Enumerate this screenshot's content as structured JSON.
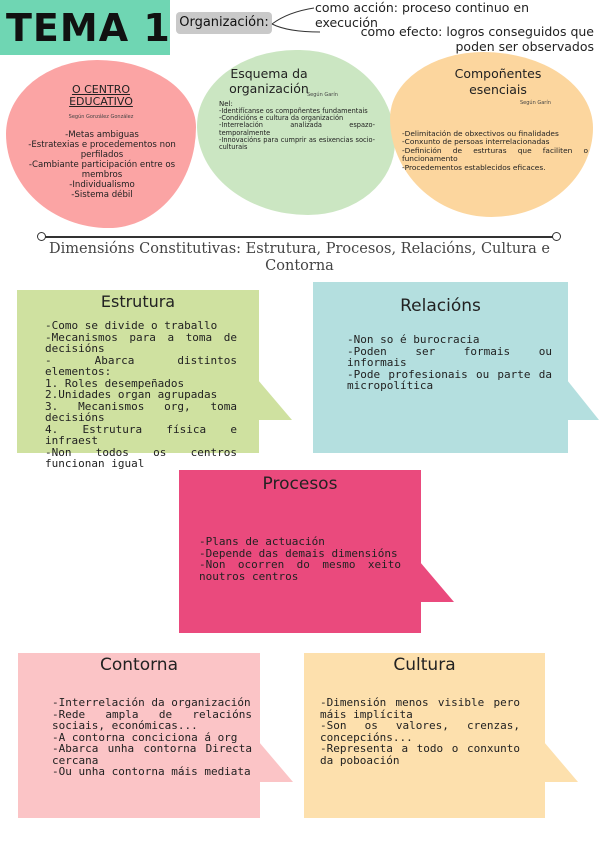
{
  "header": {
    "title": "TEMA 1",
    "org_label": "Organización:",
    "definition_action": "como acción: proceso continuo en execución",
    "definition_effect": "como efecto: logros conseguidos que poden ser observados"
  },
  "centro": {
    "title": "O CENTRO EDUCATIVO",
    "byline": "Según González González",
    "items": [
      "-Metas ambiguas",
      "-Estratexias e procedementos non perfilados",
      "-Cambiante participación entre os membros",
      "-Individualismo",
      "-Sistema débil"
    ]
  },
  "esquema": {
    "title": "Esquema da organización",
    "byline": "Según Garín",
    "intro": "Nel:",
    "items": [
      "-Identifícanse os compoñentes fundamentais",
      "-Condicións e cultura da organización",
      "-Interrelación analizada espazo-temporalmente",
      "-Innovacións para cumprir as esixencias socio-culturais"
    ]
  },
  "componentes": {
    "title": "Compoñentes esenciais",
    "byline": "Según Garín",
    "items": [
      "-Delimitación de obxectivos ou finalidades",
      "-Conxunto de persoas interrelacionadas",
      "-Definición de estrturas que faciliten o funcionamento",
      "-Procedementos establecidos eficaces."
    ]
  },
  "dimensions": {
    "title": "Dimensións Constitutivas: Estrutura, Procesos, Relacións, Cultura e Contorna"
  },
  "estrutura": {
    "title": "Estrutura",
    "items": [
      "-Como se divide o traballo",
      "-Mecanismos para a toma de decisións",
      "- Abarca distintos elementos:",
      "1. Roles desempeñados",
      "2.Unidades organ agrupadas",
      "3. Mecanismos org, toma decisións",
      "4. Estrutura física e infraest",
      "-Non todos os centros funcionan igual"
    ]
  },
  "relacions": {
    "title": "Relacións",
    "items": [
      "-Non so é burocracia",
      "-Poden ser formais ou informais",
      "-Pode profesionais ou parte da micropolítica"
    ]
  },
  "procesos": {
    "title": "Procesos",
    "items": [
      "-Plans de actuación",
      "-Depende das demais dimensións",
      "-Non ocorren do mesmo xeito noutros centros"
    ]
  },
  "contorna": {
    "title": "Contorna",
    "items": [
      "-Interrelación da organización",
      "-Rede ampla de relacións sociais, económicas...",
      "-A contorna conciciona á org",
      "-Abarca unha contorna Directa cercana",
      "-Ou unha contorna máis mediata"
    ]
  },
  "cultura": {
    "title": "Cultura",
    "items": [
      "-Dimensión menos visible pero máis implícita",
      "-Son os valores, crenzas, concepcións...",
      "-Representa a todo o conxunto da poboación"
    ]
  },
  "colors": {
    "banner": "#6fd6b3",
    "centro": "#fba4a4",
    "esquema": "#cbe6c2",
    "componentes": "#fcd69e",
    "estrutura": "#cfe1a0",
    "relacions": "#b4dfdf",
    "procesos": "#ea4a7d",
    "contorna": "#fbc4c6",
    "cultura": "#fde0ad"
  }
}
